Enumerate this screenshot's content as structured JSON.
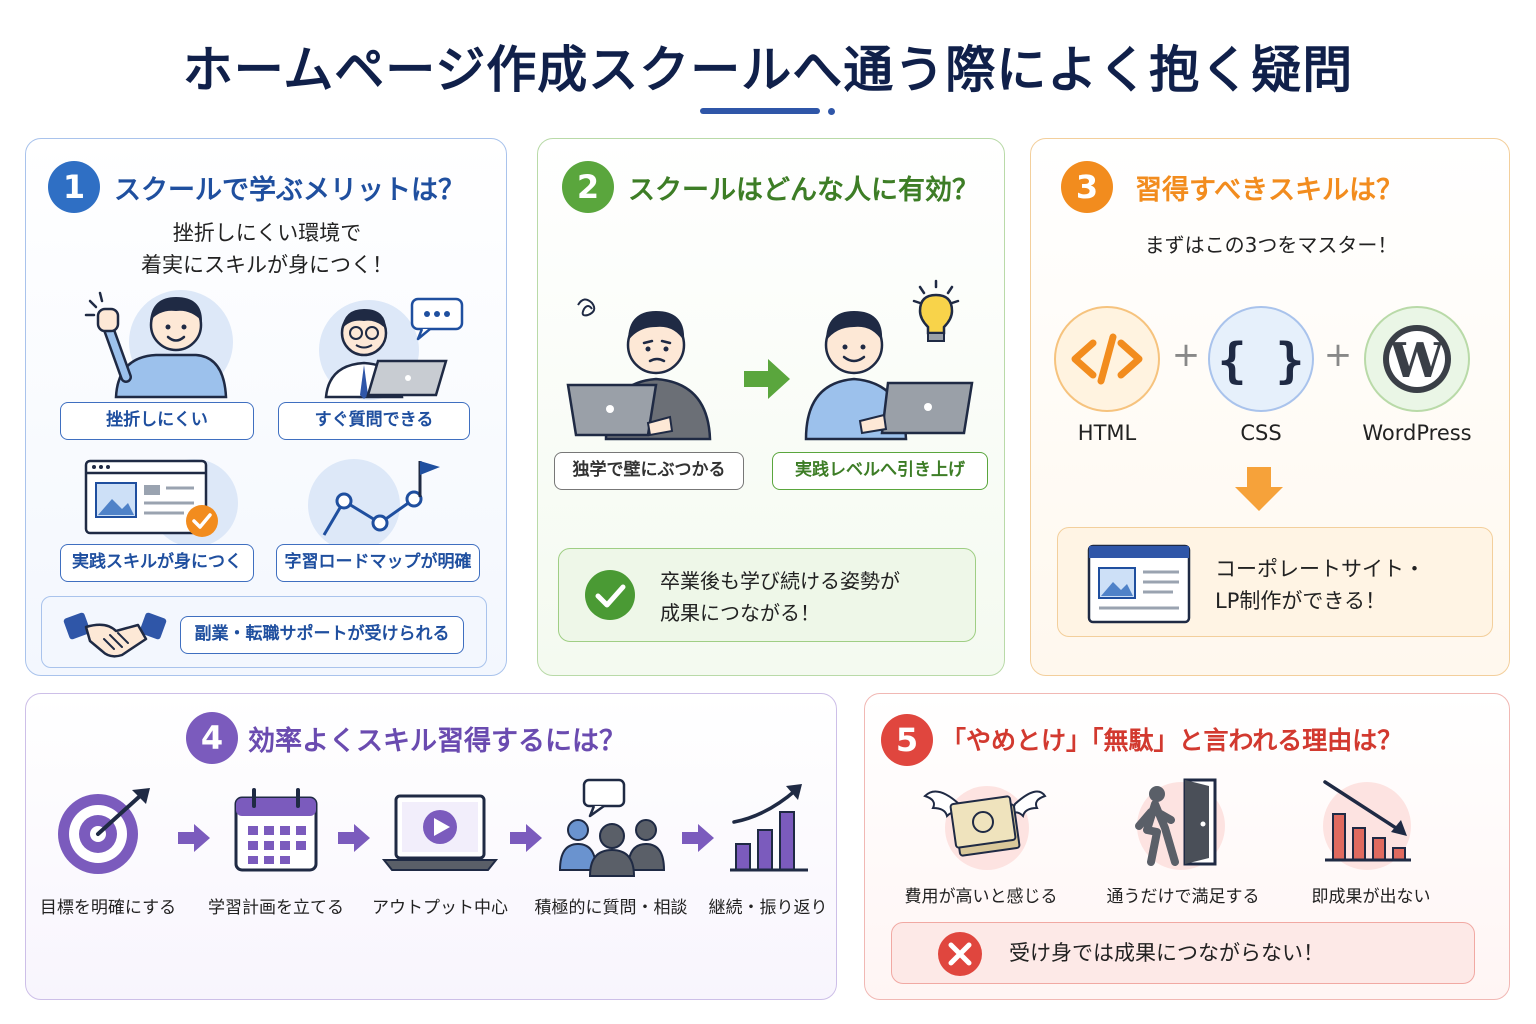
{
  "title": "ホームページ作成スクールへ通う際によく抱く疑問",
  "card1": {
    "num": "1",
    "title": "スクールで学ぶメリットは？",
    "lead_line1": "挫折しにくい環境で",
    "lead_line2": "着実にスキルが身につく！",
    "pills": [
      "挫折しにくい",
      "すぐ質問できる",
      "実践スキルが身につく",
      "字習ロードマップが明確",
      "副業・転職サポートが受けられる"
    ],
    "icons": [
      "fist-pump-person-icon",
      "person-laptop-chat-icon",
      "webpage-check-icon",
      "roadmap-flag-icon",
      "handshake-icon"
    ]
  },
  "card2": {
    "num": "2",
    "title": "スクールはどんな人に有効？",
    "before_label": "独学で壁にぶつかる",
    "after_label": "実践レベルへ引き上げ",
    "note_line1": "卒業後も学び続ける姿勢が",
    "note_line2": "成果につながる！",
    "icons": [
      "confused-person-laptop-icon",
      "arrow-right-icon",
      "happy-person-laptop-icon",
      "lightbulb-icon",
      "check-circle-icon"
    ]
  },
  "card3": {
    "num": "3",
    "title": "習得すべきスキルは？",
    "lead": "まずはこの3つをマスター！",
    "skills": [
      "HTML",
      "CSS",
      "WordPress"
    ],
    "plus": "+",
    "result_line1": "コーポレートサイト・",
    "result_line2": "LP制作ができる！",
    "icons": [
      "code-tag-icon",
      "curly-braces-icon",
      "wordpress-icon",
      "arrow-down-icon",
      "webpage-icon"
    ]
  },
  "card4": {
    "num": "4",
    "title": "効率よくスキル習得するには？",
    "steps": [
      "目標を明確にする",
      "学習計画を立てる",
      "アウトプット中心",
      "積極的に質問・相談",
      "継続・振り返り"
    ],
    "icons": [
      "target-icon",
      "calendar-icon",
      "video-laptop-icon",
      "group-chat-icon",
      "growth-chart-icon"
    ]
  },
  "card5": {
    "num": "5",
    "title": "「やめとけ」「無駄」と言われる理由は？",
    "reasons": [
      "費用が高いと感じる",
      "通うだけで満足する",
      "即成果が出ない"
    ],
    "warning": "受け身では成果につながらない！",
    "icons": [
      "flying-money-icon",
      "walking-out-door-icon",
      "declining-chart-icon",
      "x-circle-icon"
    ]
  },
  "colors": {
    "blue": "#2f6fc4",
    "green": "#5aa63d",
    "orange": "#f28c1e",
    "purple": "#7b5bbd",
    "red": "#e0463e",
    "navy": "#10204a"
  }
}
